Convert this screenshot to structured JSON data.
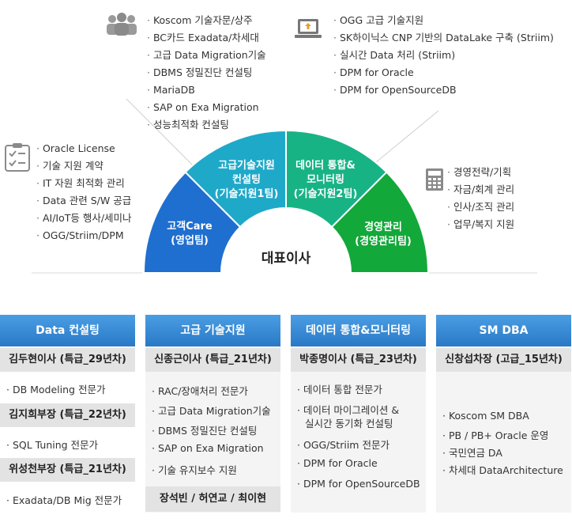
{
  "top_left_list": [
    "Koscom 기술자문/상주",
    "BC카드 Exadata/차세대",
    "고급 Data Migration기술",
    "DBMS 정밀진단 컨설팅",
    "MariaDB",
    "SAP on Exa Migration",
    "성능최적화 컨설팅"
  ],
  "top_right_list": [
    "OGG 고급 기술지원",
    "SK하이닉스 CNP 기반의 DataLake 구축 (Striim)",
    "실시간 Data 처리 (Striim)",
    "DPM for Oracle",
    "DPM for OpenSourceDB"
  ],
  "left_list": [
    "Oracle License",
    "기술 지원 계약",
    "IT 자원 최적화 관리",
    "Data 관련 S/W 공급",
    "AI/IoT등 행사/세미나",
    "OGG/Striim/DPM"
  ],
  "right_list": [
    "경영전략/기획",
    "자금/회계 관리",
    "인사/조직 관리",
    "업무/복지 지원"
  ],
  "segments": {
    "customer": [
      "고객Care",
      "(영업팀)"
    ],
    "tech": [
      "고급기술지원",
      "컨설팅",
      "(기술지원1팀)"
    ],
    "data": [
      "데이터 통합&",
      "모니터링",
      "(기술지원2팀)"
    ],
    "mgmt": [
      "경영관리",
      "(경영관리팀)"
    ]
  },
  "center_label": "대표이사",
  "columns": {
    "c1": {
      "title": "Data 컨설팅",
      "p1": "김두현이사 (특급_29년차)",
      "i1": "DB Modeling 전문가",
      "p2": "김지희부장 (특급_22년차)",
      "i2": "SQL Tuning 전문가",
      "p3": "위성천부장 (특급_21년차)",
      "i3": "Exadata/DB Mig 전문가"
    },
    "c2": {
      "title": "고급 기술지원",
      "p1": "신종근이사 (특급_21년차)",
      "items": [
        "RAC/장애처리 전문가",
        "고급 Data Migration기술",
        "DBMS 정밀진단 컨설팅",
        "SAP on Exa Migration",
        "기술 유지보수 지원"
      ],
      "footer": "장석빈 / 허연교 / 최이현"
    },
    "c3": {
      "title": "데이터 통합&모니터링",
      "p1": "박종명이사 (특급_23년차)",
      "items": [
        "데이터 통합 전문가",
        "데이터 마이그레이션 &",
        "실시간 동기화 컨설팅",
        "OGG/Striim 전문가",
        "DPM for Oracle",
        "DPM for OpenSourceDB"
      ]
    },
    "c4": {
      "title": "SM DBA",
      "p1": "신창섭차장 (고급_15년차)",
      "items": [
        "Koscom SM DBA",
        "PB / PB+ Oracle 운영",
        "국민연금 DA",
        "차세대 DataArchitecture"
      ]
    }
  },
  "colors": {
    "customer": "#1f6fd0",
    "tech": "#1fa9c9",
    "data": "#18b385",
    "mgmt": "#13a83a",
    "header_blue": "#2e7ec9",
    "gray_row": "#e3e3e3"
  }
}
